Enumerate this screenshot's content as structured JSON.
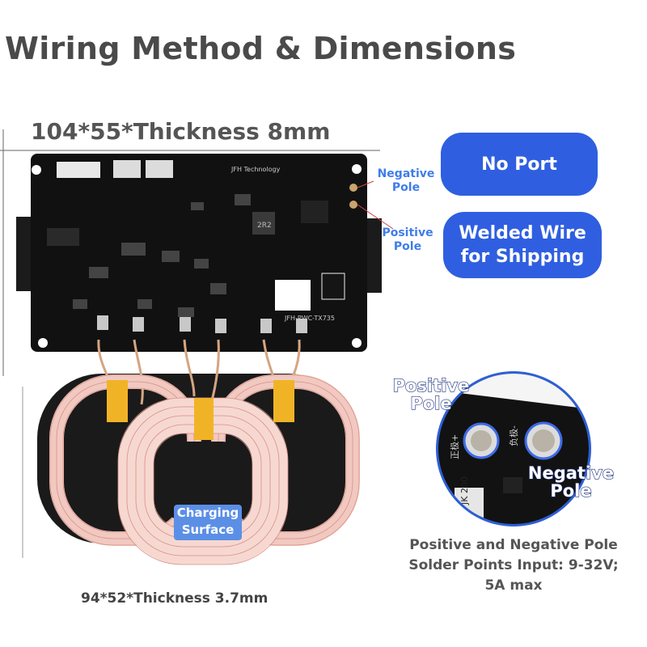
{
  "title": "Wiring Method & Dimensions",
  "board_dimensions": "104*55*Thickness 8mm",
  "coil_dimensions": "94*52*Thickness 3.7mm",
  "options": {
    "no_port": "No Port",
    "welded_wire": "Welded Wire\nfor Shipping"
  },
  "pole_labels": {
    "negative": "Negative\nPole",
    "positive": "Positive\nPole"
  },
  "zoom": {
    "positive": "Positive\nPole",
    "negative": "Negative\nPole"
  },
  "charging_surface": "Charging\nSurface",
  "caption": "Positive and Negative Pole\nSolder Points Input: 9-32V;\n5A max",
  "colors": {
    "pill": "#2f5fe0",
    "label": "#3f7de8",
    "pcb": "#111111",
    "coil": "#f4d6cf",
    "tape": "#f1b326"
  }
}
